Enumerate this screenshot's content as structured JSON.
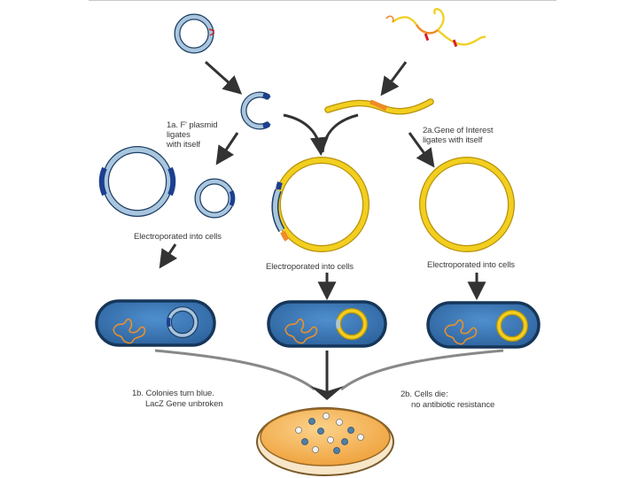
{
  "labels": {
    "step_1a": [
      "1a. F' plasmid",
      "ligates",
      "with itself"
    ],
    "step_2a": [
      "2a.Gene of Interest",
      "ligates with itself"
    ],
    "electroporated_left": "Electroporated into cells",
    "electroporated_middle": "Electroporated into cells",
    "electroporated_right": "Electroporated into cells",
    "step_1b": [
      "1b. Colonies turn blue.",
      "LacZ Gene unbroken"
    ],
    "step_2b": [
      "2b. Cells die:",
      "no antibiotic resistance"
    ]
  },
  "colors": {
    "plasmid_fill": "#a9c6de",
    "plasmid_outline": "#1f3f66",
    "lacz_segment": "#1c3f8f",
    "gene_yellow": "#f2cf1f",
    "gene_orange": "#f08a2a",
    "cut_site_red": "#d8202a",
    "cell_fill": "#2f6fae",
    "cell_outline": "#16365a",
    "chromosome": "#e8902c",
    "dish_fill": "#f5b75a",
    "colony_blue": "#4d7fa8",
    "colony_white": "#f3f3f3",
    "arrow": "#333333"
  },
  "icons": [
    "plasmid-icon",
    "gene-fragment-icon",
    "bacterial-cell-icon",
    "petri-dish-icon",
    "arrow-icon"
  ]
}
